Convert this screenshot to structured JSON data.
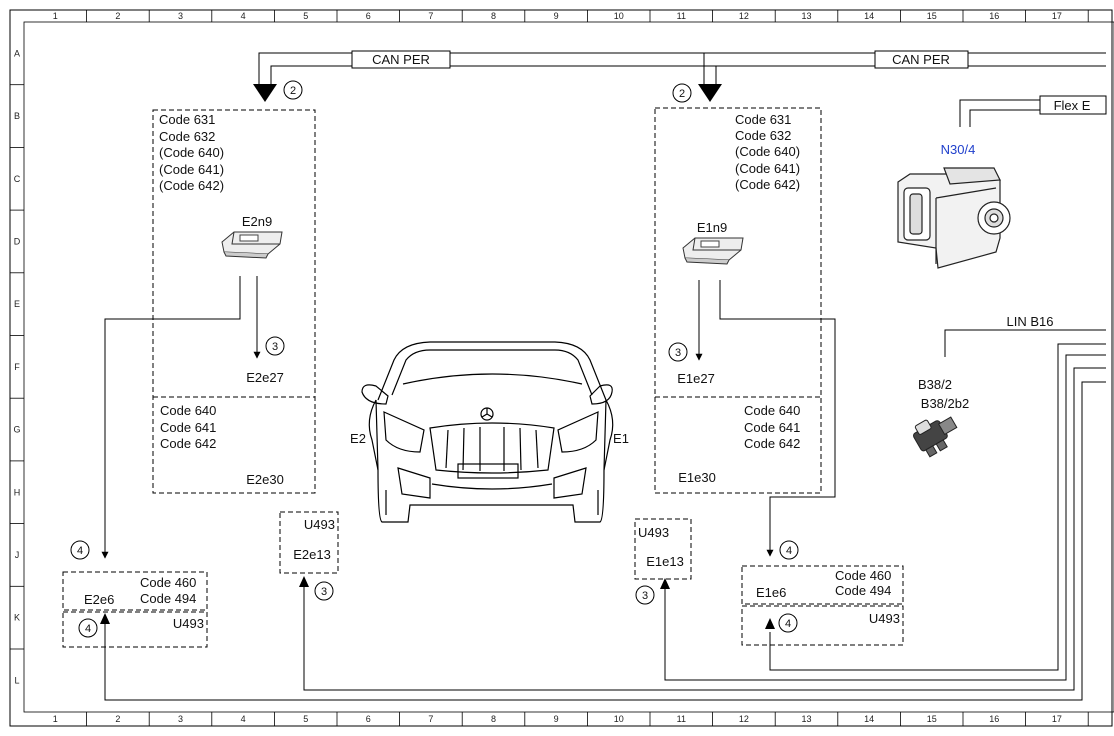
{
  "grid": {
    "columns": [
      "1",
      "2",
      "3",
      "4",
      "5",
      "6",
      "7",
      "8",
      "9",
      "10",
      "11",
      "12",
      "13",
      "14",
      "15",
      "16",
      "17"
    ],
    "rows": [
      "A",
      "B",
      "C",
      "D",
      "E",
      "F",
      "G",
      "H",
      "J",
      "K",
      "L"
    ]
  },
  "buses": {
    "can_left": "CAN PER",
    "can_right": "CAN PER",
    "flex": "Flex E",
    "lin": "LIN B16"
  },
  "numbers": {
    "two": "2",
    "three": "3",
    "four": "4"
  },
  "left_unit": {
    "codes_top": [
      "Code 631",
      "Code 632",
      "(Code 640)",
      "(Code 641)",
      "(Code 642)"
    ],
    "module": "E2n9",
    "lamp": "E2e27",
    "codes_bottom": [
      "Code 640",
      "Code 641",
      "Code 642"
    ],
    "bottom_label": "E2e30"
  },
  "right_unit": {
    "codes_top": [
      "Code 631",
      "Code 632",
      "(Code 640)",
      "(Code 641)",
      "(Code 642)"
    ],
    "module": "E1n9",
    "lamp": "E1e27",
    "codes_bottom": [
      "Code 640",
      "Code 641",
      "Code 642"
    ],
    "bottom_label": "E1e30"
  },
  "car": {
    "left_side": "E2",
    "right_side": "E1"
  },
  "u493_left": {
    "code": "U493",
    "label": "E2e13"
  },
  "u493_right": {
    "code": "U493",
    "label": "E1e13"
  },
  "e2e6_box": {
    "codes": [
      "Code 460",
      "Code 494"
    ],
    "label": "E2e6",
    "u493": "U493"
  },
  "e1e6_box": {
    "codes": [
      "Code 460",
      "Code 494"
    ],
    "label": "E1e6",
    "u493": "U493"
  },
  "n30": {
    "label": "N30/4",
    "color": "#1f3fcc"
  },
  "sensor": {
    "label1": "B38/2",
    "label2": "B38/2b2"
  }
}
